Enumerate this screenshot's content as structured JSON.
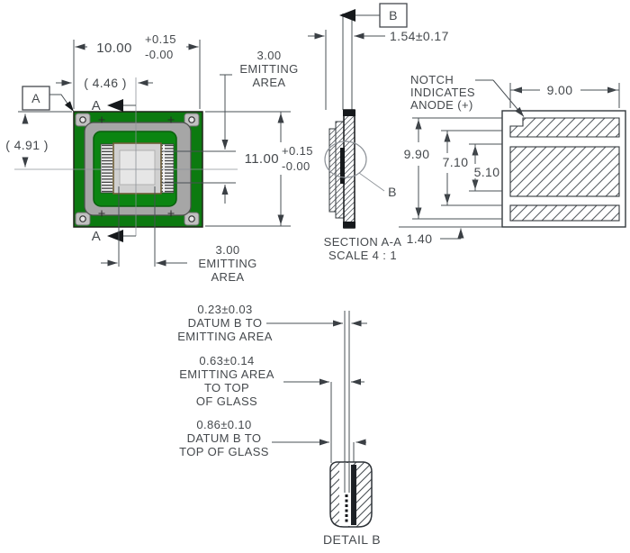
{
  "plan_view": {
    "datum_a": "A",
    "section_marker_top": "A",
    "section_marker_bottom": "A",
    "dim_width": "10.00",
    "dim_width_tol_plus": "+0.15",
    "dim_width_tol_minus": "-0.00",
    "dim_ref_width": "( 4.46 )",
    "dim_ref_height": "( 4.91 )",
    "dim_height": "11.00",
    "dim_height_tol_plus": "+0.15",
    "dim_height_tol_minus": "-0.00",
    "emitting_area_right": [
      "3.00",
      "EMITTING",
      "AREA"
    ],
    "emitting_area_bottom": [
      "3.00",
      "EMITTING",
      "AREA"
    ]
  },
  "section_view": {
    "datum_b": "B",
    "dim_glass_thickness": "1.54±0.17",
    "detail_callout": "B",
    "title": "SECTION A-A",
    "scale": "SCALE 4 : 1"
  },
  "back_view": {
    "notch_note": [
      "NOTCH",
      "INDICATES",
      "ANODE (+)"
    ],
    "dim_width": "9.00",
    "dim_overall_height": "9.90",
    "dim_inner_height": "7.10",
    "dim_pad_height": "5.10",
    "dim_bottom_offset": "1.40"
  },
  "detail_view": {
    "note_datum_to_emitting": [
      "0.23±0.03",
      "DATUM B TO",
      "EMITTING AREA"
    ],
    "note_emitting_to_glass": [
      "0.63±0.14",
      "EMITTING AREA",
      "TO TOP",
      "OF GLASS"
    ],
    "note_datum_to_glass": [
      "0.86±0.10",
      "DATUM B TO",
      "TOP OF GLASS"
    ],
    "title": "DETAIL B"
  },
  "colors": {
    "pcb_green": "#0c7a10",
    "inner_green": "#0b8511",
    "ceramic_gray": "#a6a6a6",
    "pad_gray": "#c0c0c0",
    "die_gray": "#d0d0d0",
    "die_inner": "#e6e6e6",
    "line": "#4a5055",
    "text": "#45494d"
  }
}
